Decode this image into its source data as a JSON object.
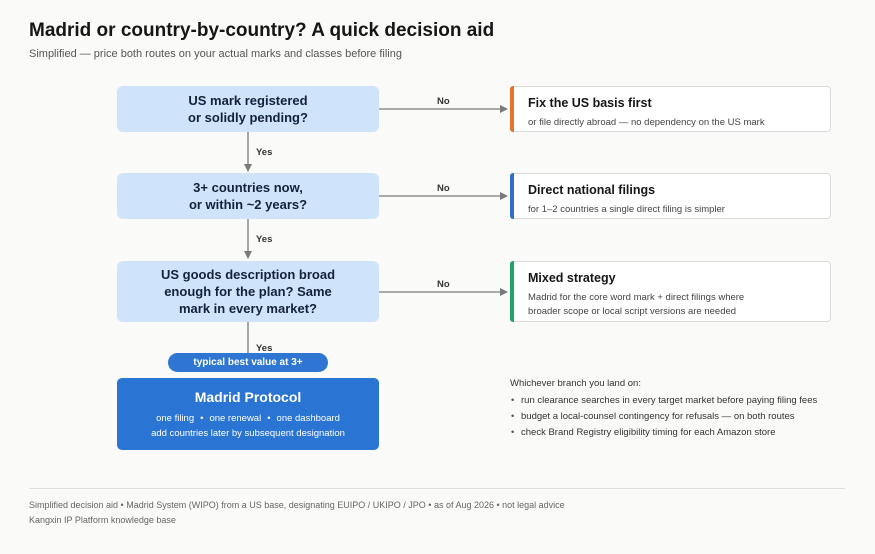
{
  "title": "Madrid or country-by-country? A quick decision aid",
  "subtitle": "Simplified — price both routes on your actual marks and classes before filing",
  "questions": [
    {
      "text": "US mark registered\nor solidly pending?"
    },
    {
      "text": "3+ countries now,\nor within ~2 years?"
    },
    {
      "text": "US goods description broad\nenough for the plan? Same\nmark in every market?"
    }
  ],
  "labels": {
    "no": "No",
    "yes": "Yes"
  },
  "outcomes": [
    {
      "title": "Fix the US basis first",
      "desc": "or file directly abroad — no dependency on the US mark",
      "accent": "#e8742c"
    },
    {
      "title": "Direct national filings",
      "desc": "for 1–2 countries a single direct filing is simpler",
      "accent": "#2f6fd0"
    },
    {
      "title": "Mixed strategy",
      "desc": "Madrid for the core word mark + direct filings where\nbroader scope or local script versions are needed",
      "accent": "#23a36a"
    }
  ],
  "pill": "typical best value at 3+",
  "final": {
    "title": "Madrid Protocol",
    "features": [
      "one filing",
      "one renewal",
      "one dashboard"
    ],
    "note": "add countries later by subsequent designation"
  },
  "notes": {
    "heading": "Whichever branch you land on:",
    "items": [
      "run clearance searches in every target market before paying filing fees",
      "budget a local-counsel contingency for refusals — on both routes",
      "check Brand Registry eligibility timing for each Amazon store"
    ]
  },
  "footer": {
    "line1": "Simplified decision aid  •  Madrid System (WIPO) from a US base, designating EUIPO / UKIPO / JPO  •  as of Aug 2026  •  not legal advice",
    "line2": "Kangxin IP Platform knowledge base"
  },
  "colors": {
    "question_bg": "#cfe3fb",
    "final_bg": "#2a74d4",
    "pill_bg": "#2f76d2",
    "connector": "#7a7a7a"
  }
}
